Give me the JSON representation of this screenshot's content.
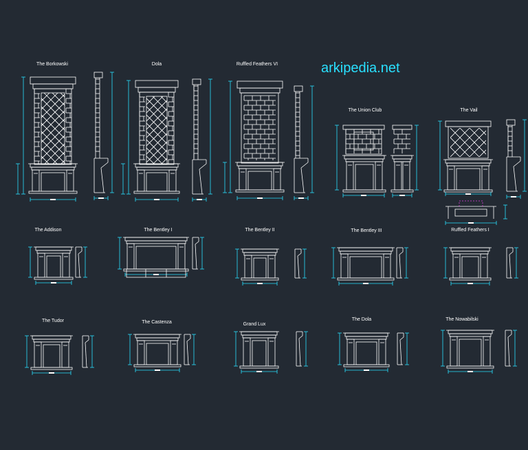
{
  "brand": "arkipedia.net",
  "colors": {
    "background": "#232a33",
    "linework": "#ffffff",
    "dimensions": "#29e0ff",
    "accent": "#e040e0"
  },
  "drawings": [
    {
      "id": "borkowski",
      "title": "The Borkowski"
    },
    {
      "id": "dola-tall",
      "title": "Dola"
    },
    {
      "id": "ruffled-vi",
      "title": "Ruffled Feathers VI"
    },
    {
      "id": "union-club",
      "title": "The Union Club"
    },
    {
      "id": "vail",
      "title": "The Vail"
    },
    {
      "id": "addison",
      "title": "The Addison"
    },
    {
      "id": "bentley-i",
      "title": "The Bentley I"
    },
    {
      "id": "bentley-ii",
      "title": "The Bentley II"
    },
    {
      "id": "bentley-iii",
      "title": "The Bentley III"
    },
    {
      "id": "ruffled-i",
      "title": "Ruffled Feathers I"
    },
    {
      "id": "tudor",
      "title": "The Tudor"
    },
    {
      "id": "castenza",
      "title": "The Castenza"
    },
    {
      "id": "grand-lux",
      "title": "Grand Lux"
    },
    {
      "id": "dola",
      "title": "The Dola"
    },
    {
      "id": "nowabilski",
      "title": "The Nowabilski"
    }
  ]
}
